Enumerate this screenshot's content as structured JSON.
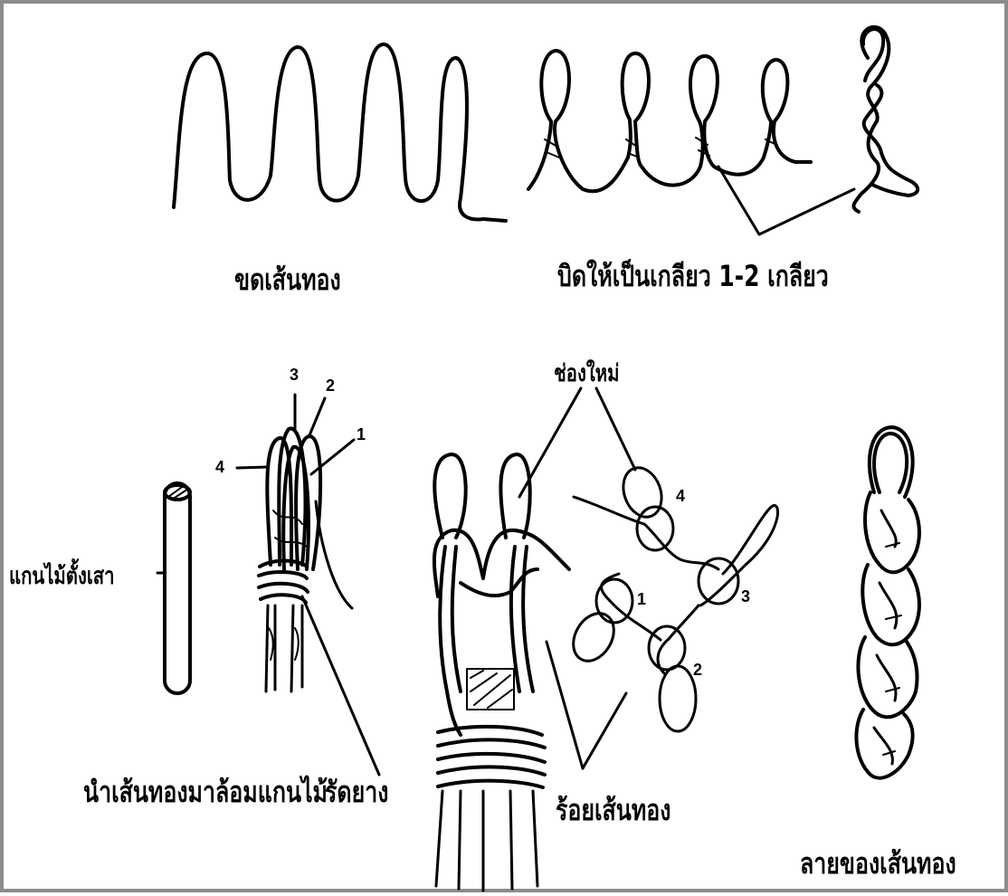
{
  "labels": {
    "step1": "ขดเส้นทอง",
    "step2": "บิดให้เป็นเกลียว 1-2 เกลียว",
    "hole": "ช่องใหม่",
    "pole": "แกนไม้ตั้งเสา",
    "step3": "นำเส้นทองมาล้อมแกนไม้",
    "rubber": "รัดยาง",
    "step4": "ร้อยเส้นทอง",
    "pattern": "ลายของเส้นทอง"
  },
  "numbers": {
    "a1": "1",
    "a2": "2",
    "a3": "3",
    "a4": "4",
    "b1": "1",
    "b2": "2",
    "b3": "3",
    "b4": "4"
  }
}
